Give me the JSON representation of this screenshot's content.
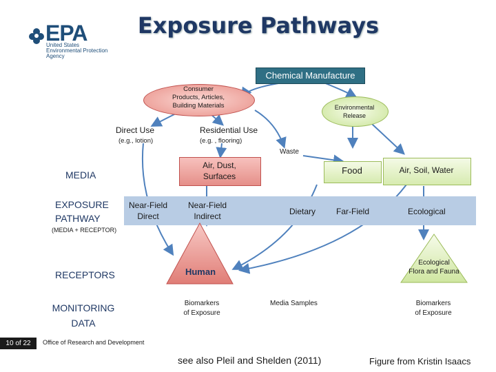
{
  "title": "Exposure Pathways",
  "logo": {
    "wordmark": "EPA",
    "subtitle_lines": [
      "United States",
      "Environmental Protection",
      "Agency"
    ]
  },
  "nodes": {
    "chemical_manufacture": "Chemical Manufacture",
    "consumer_products": [
      "Consumer",
      "Products, Articles,",
      "Building Materials"
    ],
    "environmental_release": [
      "Environmental",
      "Release"
    ],
    "direct_use": "Direct Use",
    "direct_use_example": "(e.g., lotion)",
    "residential_use": "Residential Use",
    "residential_use_example": "(e.g. , flooring)",
    "waste": "Waste",
    "air_dust_surfaces": [
      "Air, Dust,",
      "Surfaces"
    ],
    "food": "Food",
    "air_soil_water": "Air, Soil, Water",
    "near_field_direct": [
      "Near-Field",
      "Direct"
    ],
    "near_field_indirect": [
      "Near-Field",
      "Indirect"
    ],
    "dietary": "Dietary",
    "far_field": "Far-Field",
    "ecological": "Ecological",
    "human": "Human",
    "ecological_flora_fauna": [
      "Ecological",
      "Flora and Fauna"
    ],
    "biomarkers_human": [
      "Biomarkers",
      "of Exposure"
    ],
    "media_samples": "Media Samples",
    "biomarkers_eco": [
      "Biomarkers",
      "of Exposure"
    ]
  },
  "row_labels": {
    "media": "MEDIA",
    "exposure_pathway": [
      "EXPOSURE",
      "PATHWAY"
    ],
    "media_receptor": "(MEDIA + RECEPTOR)",
    "receptors": "RECEPTORS",
    "monitoring_data": [
      "MONITORING",
      "DATA"
    ]
  },
  "footer": {
    "page_number": "10 of 22",
    "office": "Office of Research and Development",
    "see_also": "see also Pleil and Shelden (2011)",
    "figure_credit": "Figure from Kristin Isaacs"
  },
  "colors": {
    "title": "#1f3864",
    "chemical_box": "#2f6f84",
    "pink_node": "#e58f89",
    "green_node": "#d7ebb0",
    "pathway_band": "#b8cce4",
    "arrow": "#4f81bd"
  }
}
